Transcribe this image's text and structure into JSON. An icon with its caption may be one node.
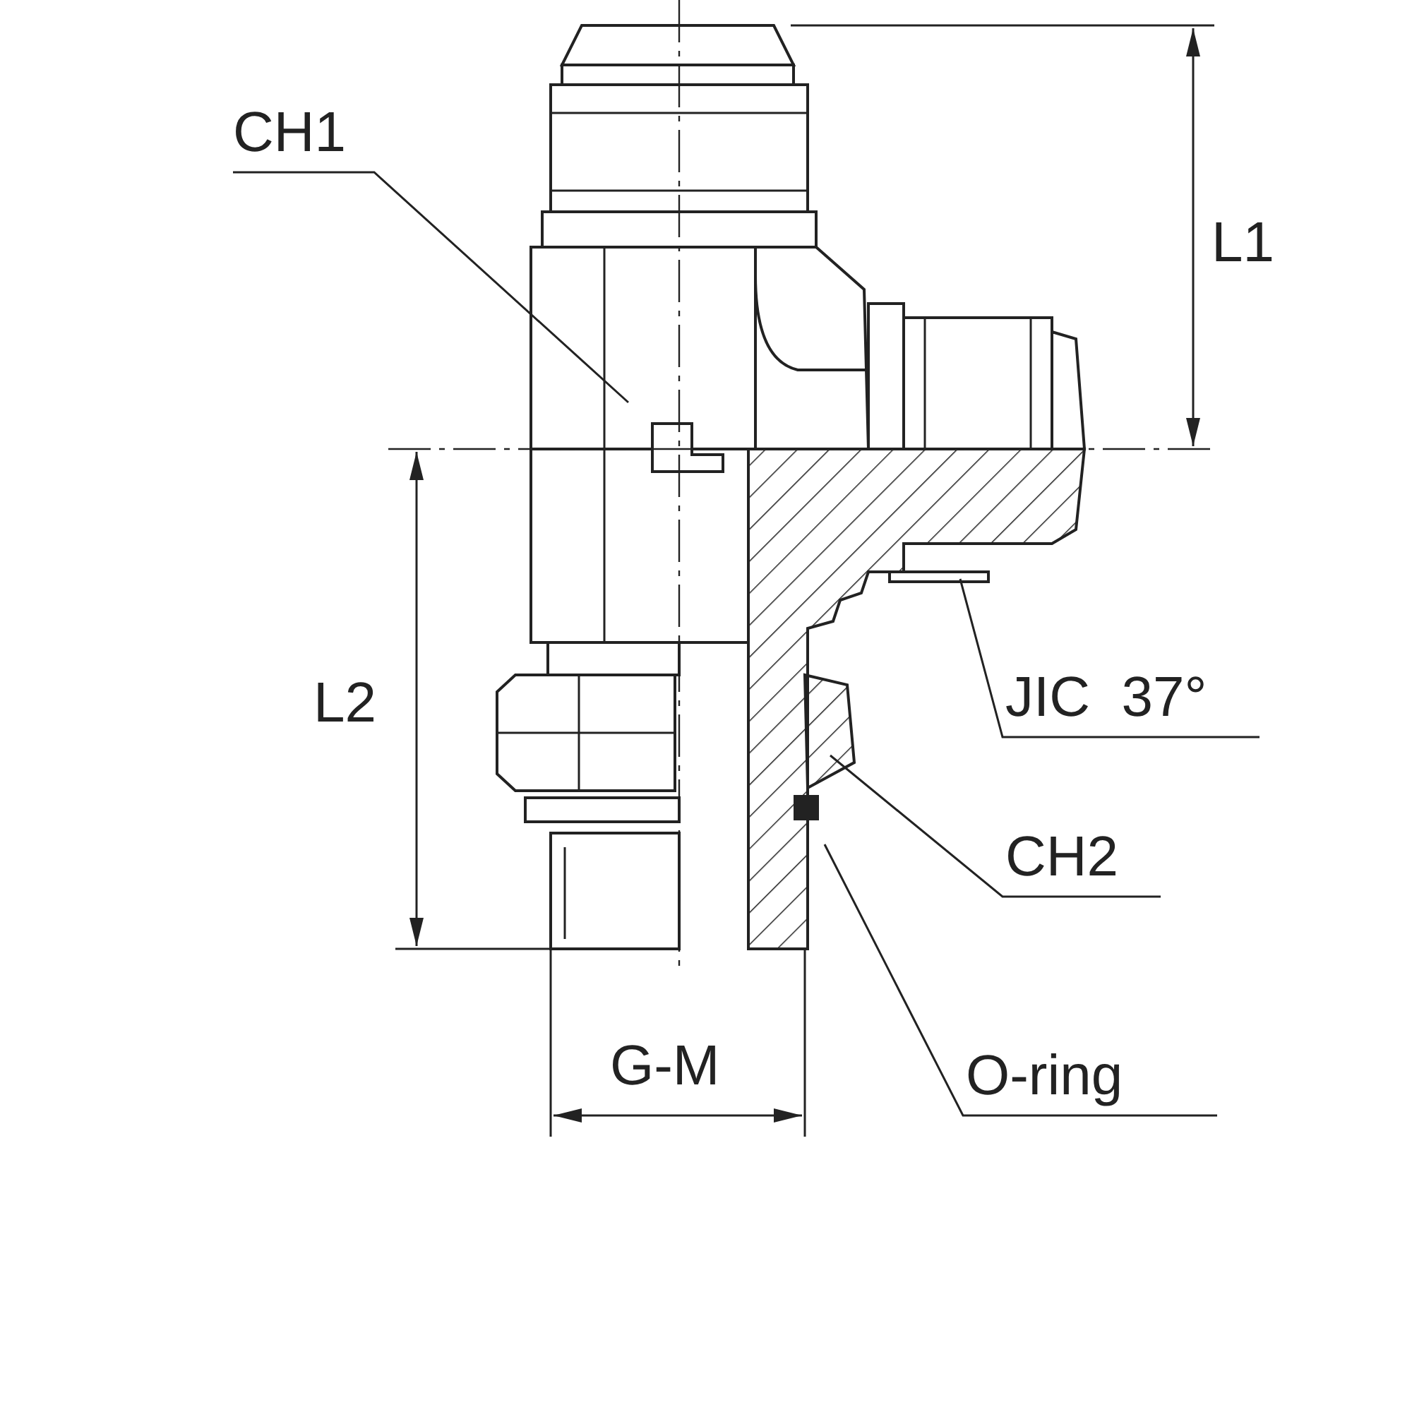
{
  "diagram": {
    "nodes": [
      {
        "text": [
          "CH1"
        ]
      },
      {
        "text": [
          "JIC  37°"
        ]
      },
      {
        "text": [
          "CH2"
        ]
      },
      {
        "text": [
          "O-ring"
        ]
      }
    ],
    "edges": [
      {
        "from": 0,
        "to": null,
        "arrow": "none"
      },
      {
        "from": 1,
        "to": null,
        "arrow": "none"
      },
      {
        "from": 2,
        "to": null,
        "arrow": "none"
      },
      {
        "from": 3,
        "to": null,
        "arrow": "none"
      }
    ],
    "labels": [
      "L1",
      "L2",
      "G-M"
    ]
  }
}
